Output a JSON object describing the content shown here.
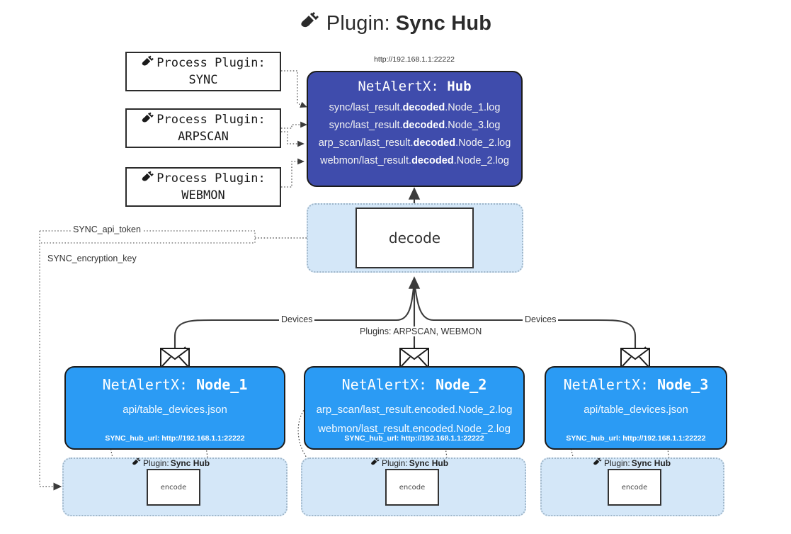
{
  "header": {
    "icon": "plug-icon",
    "prefix": "Plugin:",
    "title": "Sync Hub"
  },
  "process_plugins": [
    {
      "icon": "plug-icon",
      "line1": "Process Plugin:",
      "line2": "SYNC"
    },
    {
      "icon": "plug-icon",
      "line1": "Process Plugin:",
      "line2": "ARPSCAN"
    },
    {
      "icon": "plug-icon",
      "line1": "Process Plugin:",
      "line2": "WEBMON"
    }
  ],
  "hub": {
    "url": "http://192.168.1.1:22222",
    "title_prefix": "NetAlertX:",
    "title_name": "Hub",
    "logs": [
      {
        "pre": "sync/last_result.",
        "mid": "decoded",
        "post": ".Node_1.log"
      },
      {
        "pre": "sync/last_result.",
        "mid": "decoded",
        "post": ".Node_3.log"
      },
      {
        "pre": "arp_scan/last_result.",
        "mid": "decoded",
        "post": ".Node_2.log"
      },
      {
        "pre": "webmon/last_result.",
        "mid": "decoded",
        "post": ".Node_2.log"
      }
    ]
  },
  "decode": {
    "label": "decode"
  },
  "secrets": [
    {
      "label": "SYNC_api_token"
    },
    {
      "label": "SYNC_encryption_key"
    }
  ],
  "edge_labels": {
    "devices_left": "Devices",
    "devices_right": "Devices",
    "plugins_center": "Plugins: ARPSCAN, WEBMON"
  },
  "nodes": [
    {
      "icon": "envelope-icon",
      "title_prefix": "NetAlertX:",
      "title_name": "Node_1",
      "lines": [
        "api/table_devices.json"
      ],
      "footer": "SYNC_hub_url: http://192.168.1.1:22222"
    },
    {
      "icon": "envelope-icon",
      "title_prefix": "NetAlertX:",
      "title_name": "Node_2",
      "lines": [
        "arp_scan/last_result.encoded.Node_2.log",
        "webmon/last_result.encoded.Node_2.log"
      ],
      "footer": "SYNC_hub_url: http://192.168.1.1:22222"
    },
    {
      "icon": "envelope-icon",
      "title_prefix": "NetAlertX:",
      "title_name": "Node_3",
      "lines": [
        "api/table_devices.json"
      ],
      "footer": "SYNC_hub_url: http://192.168.1.1:22222"
    }
  ],
  "encode_pods": [
    {
      "plugin_icon": "plug-icon",
      "plugin_prefix": "Plugin:",
      "plugin_name": "Sync Hub",
      "box_label": "encode"
    },
    {
      "plugin_icon": "plug-icon",
      "plugin_prefix": "Plugin:",
      "plugin_name": "Sync Hub",
      "box_label": "encode"
    },
    {
      "plugin_icon": "plug-icon",
      "plugin_prefix": "Plugin:",
      "plugin_name": "Sync Hub",
      "box_label": "encode"
    }
  ],
  "colors": {
    "hub_fill": "#3f4cac",
    "node_fill": "#2b9bf4",
    "pod_fill": "#d4e7f8",
    "stroke": "#2b2b2b",
    "text_dark": "#333333"
  }
}
